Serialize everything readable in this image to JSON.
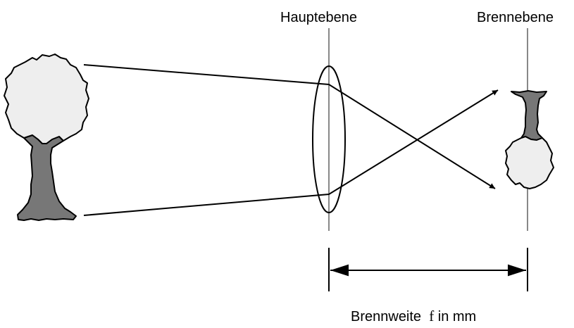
{
  "labels": {
    "principal_plane": "Hauptebene",
    "focal_plane": "Brennebene",
    "focal_length_prefix": "Brennweite",
    "focal_length_symbol": "f",
    "focal_length_suffix": "in mm"
  },
  "colors": {
    "line": "#000000",
    "plane_line": "#888888",
    "crown_fill": "#eeeeee",
    "trunk_fill": "#777777"
  },
  "icons": {
    "object": "tree-icon",
    "image": "inverted-tree-icon",
    "lens": "convex-lens-icon"
  }
}
